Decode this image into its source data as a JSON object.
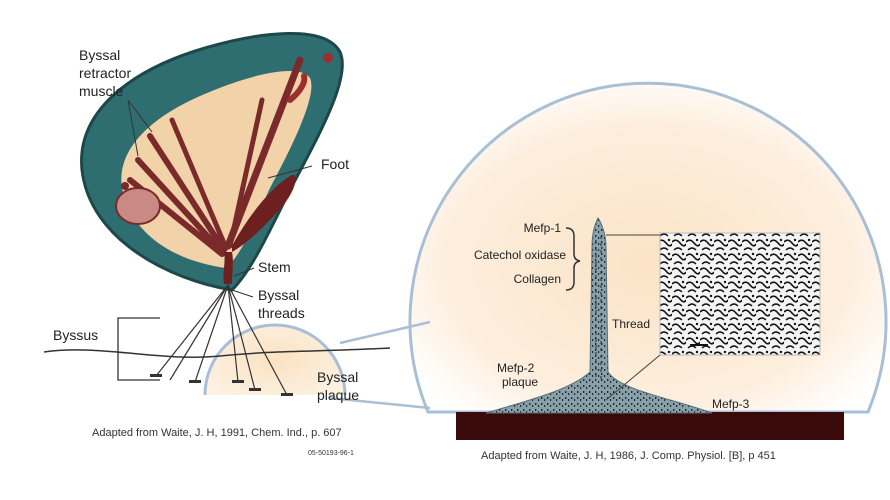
{
  "labels": {
    "byssal_retractor_muscle": [
      "Byssal",
      "retractor",
      "muscle"
    ],
    "foot": "Foot",
    "stem": "Stem",
    "byssal_threads": [
      "Byssal",
      "threads"
    ],
    "byssus": "Byssus",
    "byssal_plaque": [
      "Byssal",
      "plaque"
    ],
    "mefp1": "Mefp-1",
    "catechol_oxidase": "Catechol oxidase",
    "collagen": "Collagen",
    "thread": "Thread",
    "mefp2_plaque": [
      "Mefp-2",
      "plaque"
    ],
    "mefp3": "Mefp-3"
  },
  "captions": {
    "left": "Adapted from Waite, J. H, 1991, Chem. Ind., p. 607",
    "left_code": "05-50193-96-1",
    "right": "Adapted from Waite, J. H, 1986, J. Comp. Physiol. [B], p 451"
  },
  "colors": {
    "shell_teal": "#2f6e70",
    "body_tan": "#f2d2a8",
    "muscle": "#6e1f1f",
    "circle_outline": "#a9bfd6",
    "substrate": "#3a0a0a"
  }
}
